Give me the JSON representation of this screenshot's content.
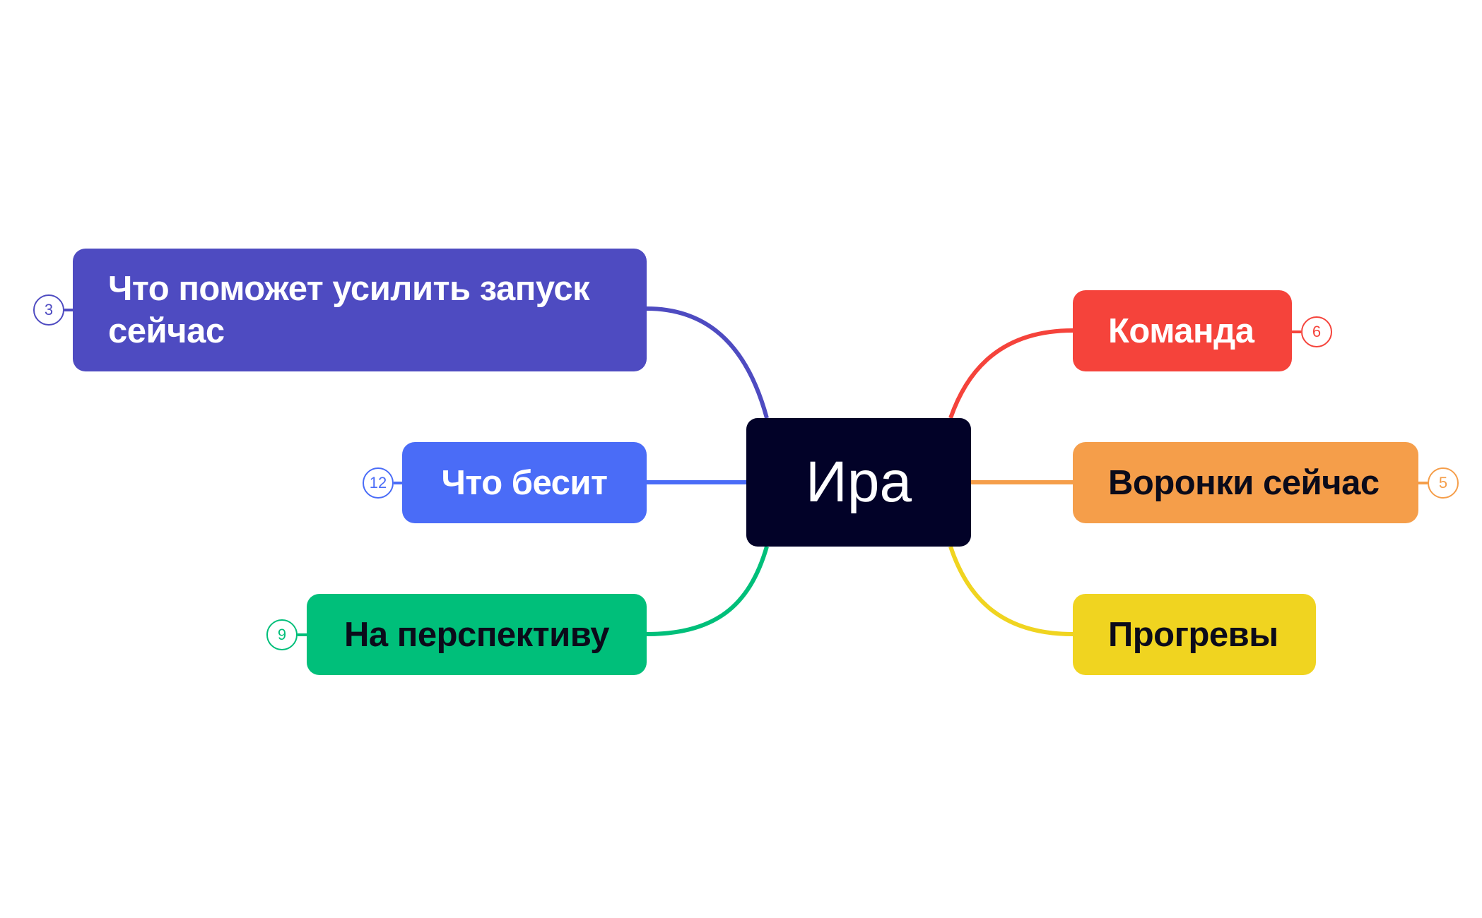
{
  "root": {
    "label": "Ира",
    "color": "#020228",
    "text_color": "#ffffff"
  },
  "branches": [
    {
      "id": "boost",
      "label": "Что поможет усилить запуск сейчас",
      "color": "#4e4bc1",
      "text_color": "#ffffff",
      "count": "3"
    },
    {
      "id": "annoy",
      "label": "Что бесит",
      "color": "#4a6cf7",
      "text_color": "#ffffff",
      "count": "12"
    },
    {
      "id": "persp",
      "label": "На перспективу",
      "color": "#00bf7a",
      "text_color": "#0b0b1a",
      "count": "9"
    },
    {
      "id": "team",
      "label": "Команда",
      "color": "#f5433b",
      "text_color": "#ffffff",
      "count": "6"
    },
    {
      "id": "funnel",
      "label": "Воронки сейчас",
      "color": "#f59e4a",
      "text_color": "#0b0b1a",
      "count": "5"
    },
    {
      "id": "warm",
      "label": "Прогревы",
      "color": "#f0d420",
      "text_color": "#0b0b1a",
      "count": null
    }
  ]
}
